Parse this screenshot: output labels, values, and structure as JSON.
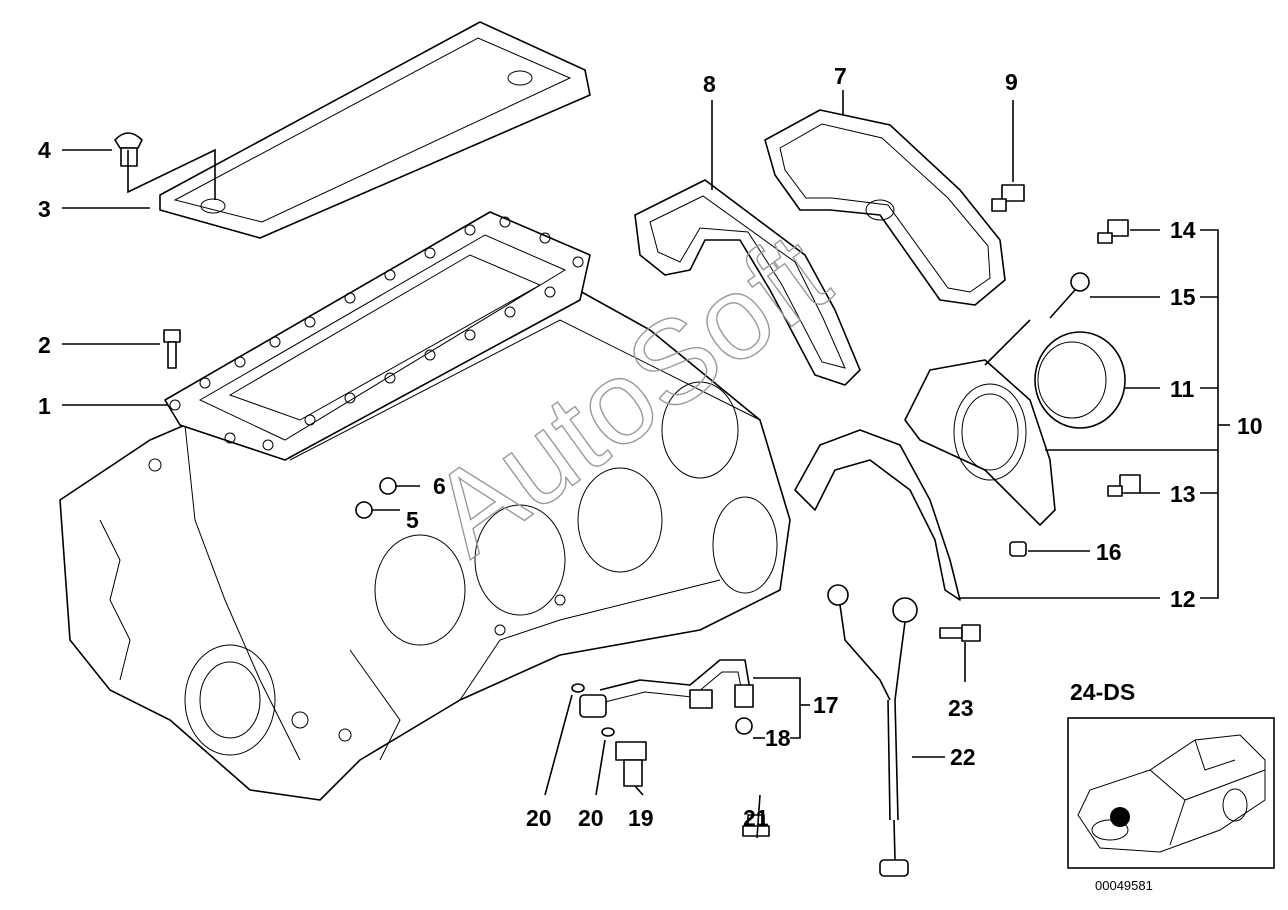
{
  "callouts": {
    "c1": "1",
    "c2": "2",
    "c3": "3",
    "c4": "4",
    "c5": "5",
    "c6": "6",
    "c7": "7",
    "c8": "8",
    "c9": "9",
    "c10": "10",
    "c11": "11",
    "c12": "12",
    "c13": "13",
    "c14": "14",
    "c15": "15",
    "c16": "16",
    "c17": "17",
    "c18": "18",
    "c19": "19",
    "c20a": "20",
    "c20b": "20",
    "c21": "21",
    "c22": "22",
    "c23": "23"
  },
  "inset": {
    "code": "24-DS",
    "part_number": "00049581"
  },
  "watermark": "AutoSoft"
}
